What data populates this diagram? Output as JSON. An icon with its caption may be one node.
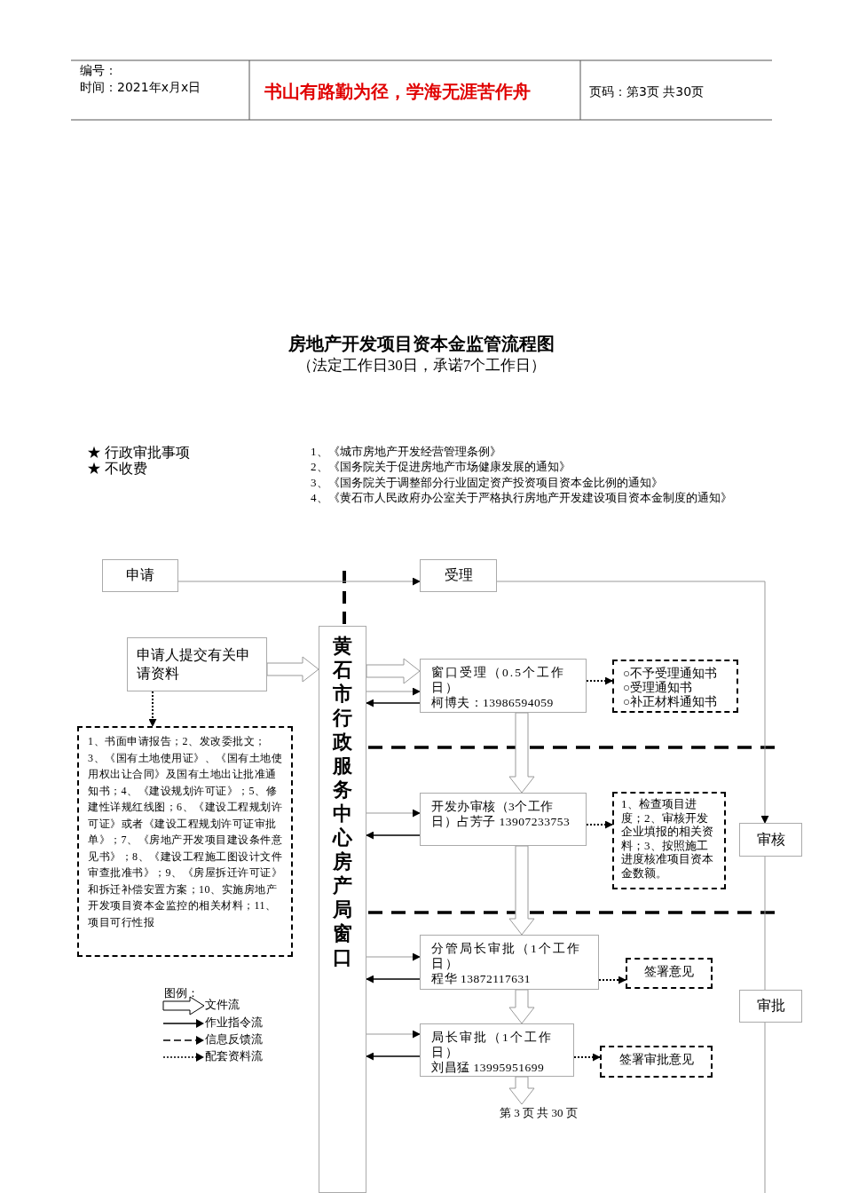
{
  "diagram": {
    "title": "房地产开发项目资本金监管流程图",
    "nodes": [
      {
        "text": [
          "申请"
        ]
      },
      {
        "text": [
          "受理"
        ]
      },
      {
        "text": [
          "申请人提交有关申请资料"
        ]
      },
      {
        "text": [
          "1、书面申请报告；2、发改委批文；3、《国有土地使用证》、《国有土地使用权出让合同》及国有土地出让批准通知书；4、《建设规划许可证》；5、修建性详规红线图；6、《建设工程规划许可证》或者《建设工程规划许可证审批单》；7、《房地产开发项目建设条件意见书》；8、《建设工程施工图设计文件审查批准书》；9、《房屋拆迁许可证》和拆迁补偿安置方案；10、实施房地产开发项目资本金监控的相关材料；11、项目可行性报"
        ]
      },
      {
        "text": [
          "黄石市行政服务中心房产局窗口"
        ]
      },
      {
        "text": [
          "窗口受理（0.5个工作日）",
          "柯博夫：13986594059"
        ]
      },
      {
        "text": [
          "○不予受理通知书",
          "○受理通知书",
          "○补正材料通知书"
        ]
      },
      {
        "text": [
          "开发办审核（3个工作日）占芳子 13907233753"
        ]
      },
      {
        "text": [
          "1、检查项目进度；2、审核开发企业填报的相关资料；3、按照施工进度核准项目资本金数额。"
        ]
      },
      {
        "text": [
          "审核"
        ]
      },
      {
        "text": [
          "分管局长审批（1个工作日）",
          "程华 13872117631"
        ]
      },
      {
        "text": [
          "签署意见"
        ]
      },
      {
        "text": [
          "局长审批（1个工作日）",
          "刘昌猛 13995951699"
        ]
      },
      {
        "text": [
          "签署审批意见"
        ]
      },
      {
        "text": [
          "审批"
        ]
      }
    ],
    "edges": [
      {
        "from": 0,
        "to": 1,
        "arrow": "to",
        "color": "#999999"
      },
      {
        "from": 1,
        "to": 9,
        "arrow": "to",
        "color": "#999999"
      },
      {
        "from": 2,
        "to": 3,
        "arrow": "to",
        "style": "dashed"
      },
      {
        "from": 2,
        "to": 4,
        "arrow": "to",
        "style": "thick",
        "color": "#999999"
      },
      {
        "from": 4,
        "to": 5,
        "arrow": "to",
        "style": "thick",
        "color": "#999999"
      },
      {
        "from": 4,
        "to": 5,
        "arrow": "to",
        "color": "#999999"
      },
      {
        "from": 5,
        "to": 4,
        "arrow": "to"
      },
      {
        "from": 5,
        "to": 6,
        "arrow": "to",
        "style": "dashed"
      },
      {
        "from": 5,
        "to": 7,
        "arrow": "to",
        "style": "thick",
        "color": "#999999"
      },
      {
        "from": 4,
        "to": 7,
        "arrow": "to",
        "color": "#999999"
      },
      {
        "from": 7,
        "to": 4,
        "arrow": "to"
      },
      {
        "from": 7,
        "to": 8,
        "arrow": "to",
        "style": "dashed"
      },
      {
        "from": 7,
        "to": 10,
        "arrow": "to",
        "style": "thick",
        "color": "#999999"
      },
      {
        "from": 4,
        "to": 10,
        "arrow": "to",
        "color": "#999999"
      },
      {
        "from": 10,
        "to": 4,
        "arrow": "to"
      },
      {
        "from": 10,
        "to": 11,
        "arrow": "to",
        "style": "dashed"
      },
      {
        "from": 10,
        "to": 12,
        "arrow": "to",
        "style": "thick",
        "color": "#999999"
      },
      {
        "from": 4,
        "to": 12,
        "arrow": "to",
        "color": "#999999"
      },
      {
        "from": 12,
        "to": 4,
        "arrow": "to"
      },
      {
        "from": 12,
        "to": 13,
        "arrow": "to",
        "style": "dashed"
      },
      {
        "from": 12,
        "to": null,
        "arrow": "to",
        "style": "thick",
        "color": "#999999"
      },
      {
        "from": 9,
        "to": 14,
        "arrow": "none",
        "color": "#999999"
      },
      {
        "from": 14,
        "to": null,
        "arrow": "none",
        "color": "#999999"
      }
    ],
    "labels": [
      "编号：",
      "时间：2021年x月x日",
      "书山有路勤为径，学海无涯苦作舟",
      "页码：第3页 共30页",
      "（法定工作日30日，承诺7个工作日）",
      "★ 行政审批事项",
      "★ 不收费",
      "1、《城市房地产开发经营管理条例》",
      "2、《国务院关于促进房地产市场健康发展的通知》",
      "3、《国务院关于调整部分行业固定资产投资项目资本金比例的通知》",
      "4、《黄石市人民政府办公室关于严格执行房地产开发建设项目资本金制度的通知》",
      "图例：",
      "第 3 页 共 30 页"
    ],
    "legend": [
      {
        "text": "文件流"
      },
      {
        "text": "作业指令流"
      },
      {
        "text": "信息反馈流"
      },
      {
        "text": "配套资料流"
      }
    ]
  }
}
